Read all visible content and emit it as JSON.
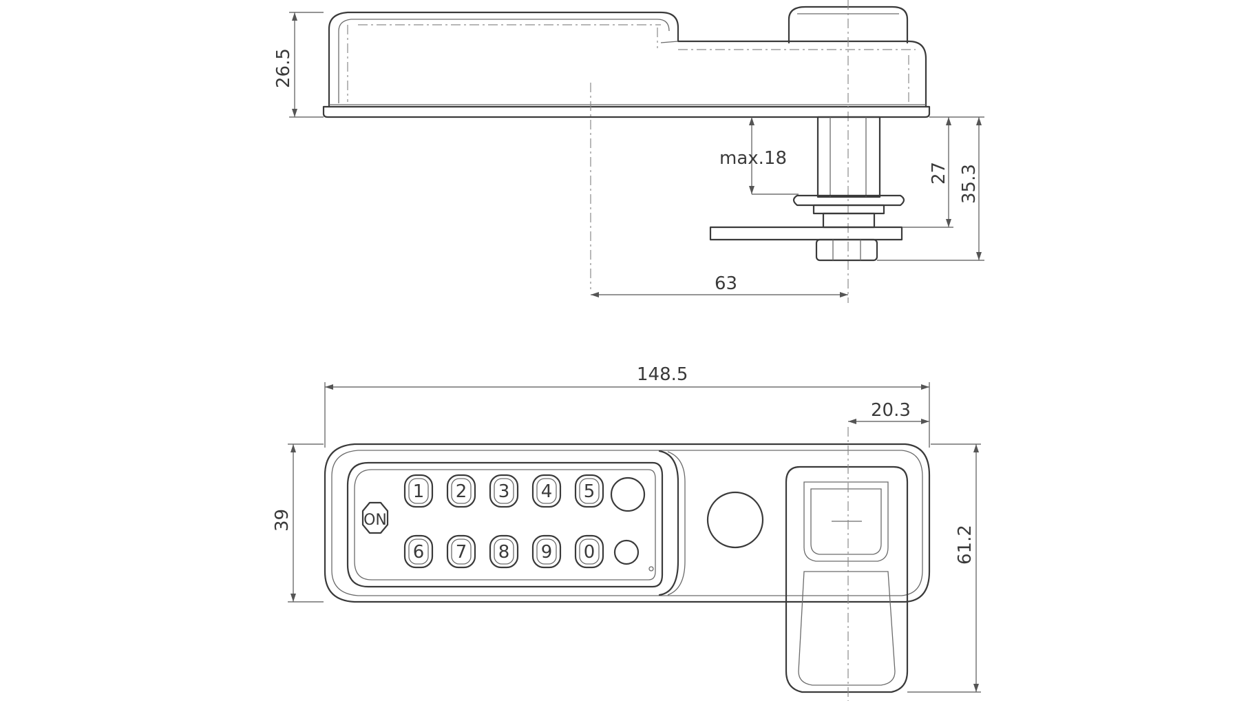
{
  "dimensions": {
    "side_height": "26.5",
    "max_panel": "max.18",
    "cam_depth_a": "27",
    "cam_depth_b": "35.3",
    "cam_offset": "63",
    "total_length": "148.5",
    "handle_offset": "20.3",
    "body_height": "39",
    "handle_height": "61.2"
  },
  "keypad": {
    "top_row": [
      "1",
      "2",
      "3",
      "4",
      "5"
    ],
    "bottom_row": [
      "6",
      "7",
      "8",
      "9",
      "0"
    ],
    "on_label": "ON"
  }
}
